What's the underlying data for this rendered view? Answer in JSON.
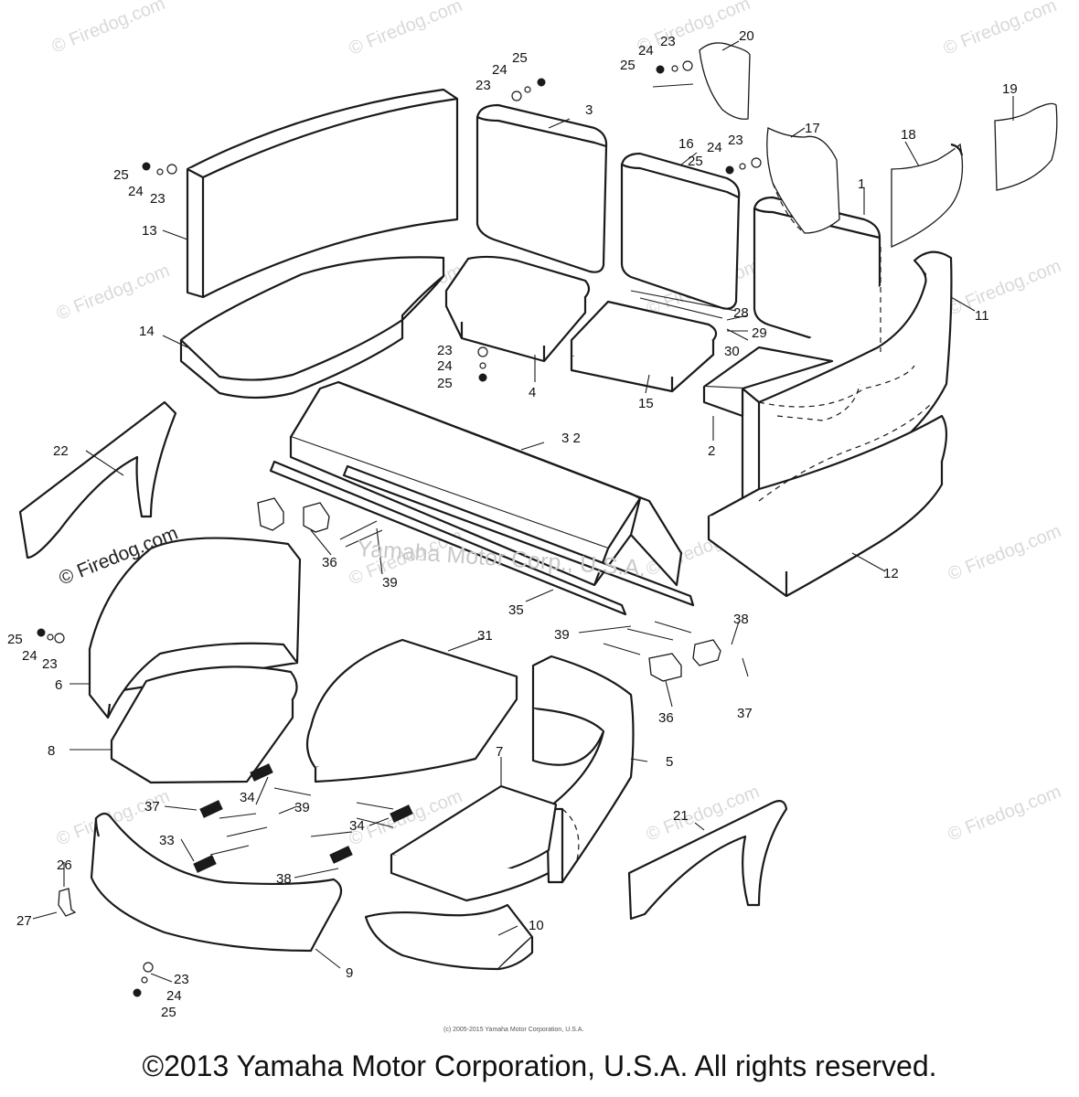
{
  "watermarks": {
    "firedog": "© Firedog.com",
    "yamaha_center": "Yamaha Motor Corp., U.S.A."
  },
  "fine_print": "(c) 2005-2015 Yamaha Motor Corporation, U.S.A.",
  "copyright": "©2013 Yamaha Motor Corporation, U.S.A. All rights reserved.",
  "callouts": {
    "c1": "1",
    "c2": "2",
    "c3": "3",
    "c4": "4",
    "c5": "5",
    "c6": "6",
    "c7": "7",
    "c8": "8",
    "c9": "9",
    "c10": "10",
    "c11": "11",
    "c12": "12",
    "c13": "13",
    "c14": "14",
    "c15": "15",
    "c16": "16",
    "c17": "17",
    "c18": "18",
    "c19": "19",
    "c20": "20",
    "c21": "21",
    "c22": "22",
    "c23": "23",
    "c24": "24",
    "c25": "25",
    "c26": "26",
    "c27": "27",
    "c28": "28",
    "c29": "29",
    "c30": "30",
    "c31": "31",
    "c32": "3 2",
    "c33": "33",
    "c34": "34",
    "c35": "35",
    "c36": "36",
    "c37": "37",
    "c38": "38",
    "c39": "39"
  },
  "colors": {
    "line": "#1a1a1a",
    "watermark": "#d9d9d9",
    "background": "#ffffff"
  }
}
